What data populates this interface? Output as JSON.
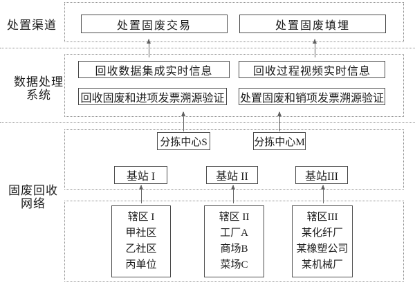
{
  "colors": {
    "background": "#ffffff",
    "box_border": "#4a4a4a",
    "dotted_border": "#8a8a8a",
    "text": "#1a1a1a",
    "arrow": "#606060"
  },
  "side_labels": {
    "disposal": {
      "line1": "处置渠道"
    },
    "data_processing": {
      "line1": "数据处理",
      "line2": "系统"
    },
    "recycling": {
      "line1": "固废回收",
      "line2": "网络"
    }
  },
  "disposal_section": {
    "trade": "处置固废交易",
    "landfill": "处置固废填埋"
  },
  "data_section": {
    "realtime_data": "回收数据集成实时信息",
    "video": "回收过程视频实时信息",
    "input_invoice": "回收固废和进项发票溯源验证",
    "output_invoice": "处置固废和销项发票溯源验证"
  },
  "network_section": {
    "sorting_centers": [
      "分拣中心S",
      "分拣中心M"
    ],
    "base_stations": [
      "基站 I",
      "基站 II",
      "基站III"
    ],
    "districts": [
      {
        "title": "辖区 I",
        "members": [
          "甲社区",
          "乙社区",
          "丙单位"
        ]
      },
      {
        "title": "辖区 II",
        "members": [
          "工厂A",
          "商场B",
          "菜场C"
        ]
      },
      {
        "title": "辖区III",
        "members": [
          "某化纤厂",
          "某橡塑公司",
          "某机械厂"
        ]
      }
    ]
  }
}
